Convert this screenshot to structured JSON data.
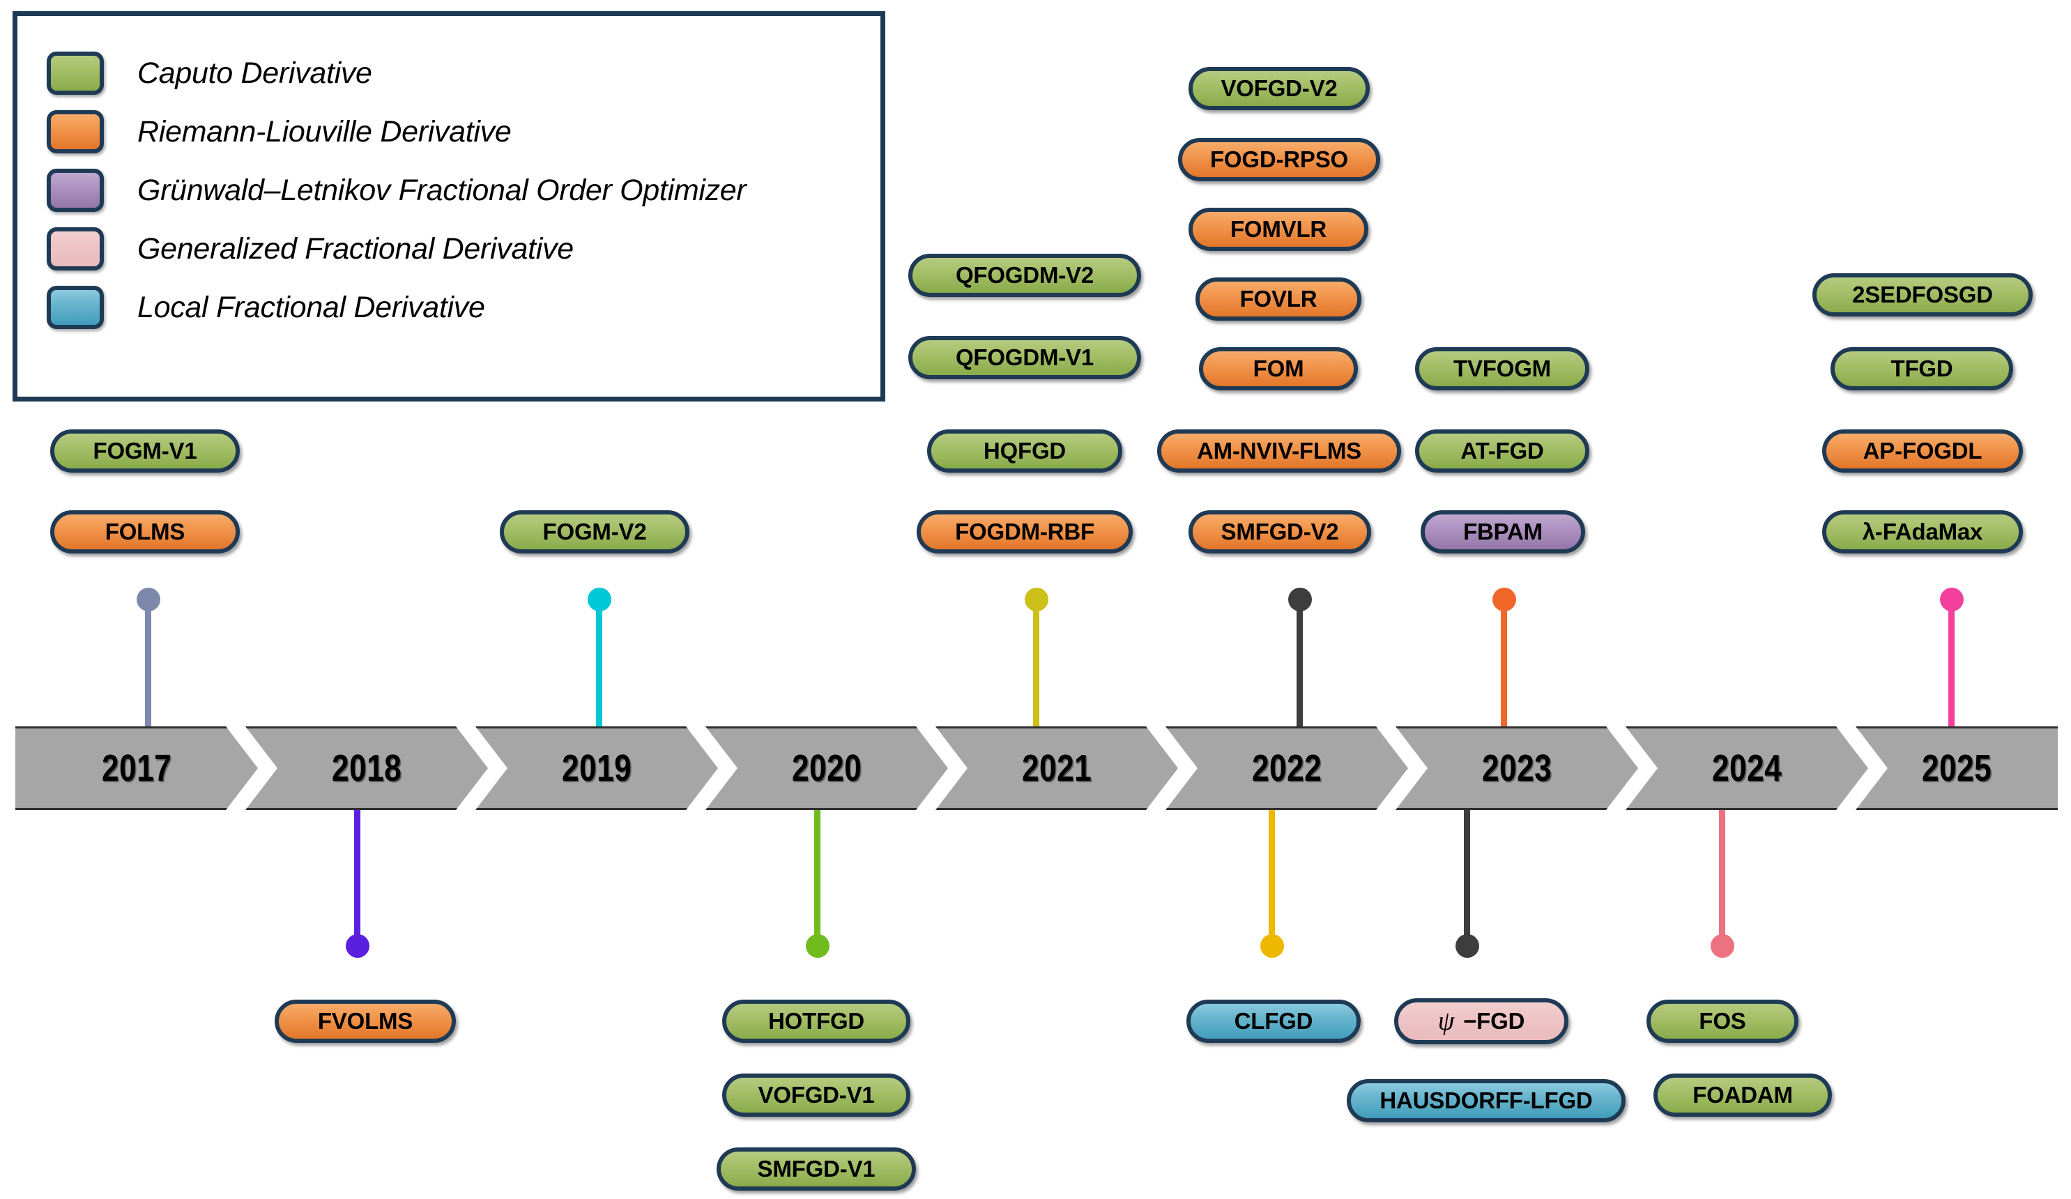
{
  "legend": {
    "items": [
      {
        "label": "Caputo Derivative",
        "key": "caputo",
        "color": "#a6c06a"
      },
      {
        "label": "Riemann-Liouville Derivative",
        "key": "rl",
        "color": "#f2974e"
      },
      {
        "label": "Grünwald–Letnikov Fractional Order Optimizer",
        "key": "gl",
        "color": "#ae92c2"
      },
      {
        "label": "Generalized Fractional Derivative",
        "key": "gen",
        "color": "#eec4c6"
      },
      {
        "label": "Local Fractional Derivative",
        "key": "local",
        "color": "#68b4cd"
      }
    ]
  },
  "timeline": {
    "band_color": "#a6a6a6",
    "years": [
      "2017",
      "2018",
      "2019",
      "2020",
      "2021",
      "2022",
      "2023",
      "2024",
      "2025"
    ]
  },
  "stems": [
    {
      "year": "2017",
      "direction": "up",
      "color": "#7d89ab"
    },
    {
      "year": "2018",
      "direction": "down",
      "color": "#5b1fe0"
    },
    {
      "year": "2019",
      "direction": "up",
      "color": "#00c8d7"
    },
    {
      "year": "2020",
      "direction": "down",
      "color": "#70bc1f"
    },
    {
      "year": "2021",
      "direction": "up",
      "color": "#ccc019"
    },
    {
      "year": "2022",
      "direction": "up",
      "color": "#3d3d3d"
    },
    {
      "year": "2022",
      "direction": "down",
      "color": "#eeb800"
    },
    {
      "year": "2023",
      "direction": "up",
      "color": "#f1672a"
    },
    {
      "year": "2023",
      "direction": "down",
      "color": "#3d3d3d"
    },
    {
      "year": "2024",
      "direction": "down",
      "color": "#ec7181"
    },
    {
      "year": "2025",
      "direction": "up",
      "color": "#f2409c"
    }
  ],
  "chart_data": {
    "type": "timeline",
    "title": "Fractional-order optimizer timeline 2017–2025",
    "categories": [
      "2017",
      "2018",
      "2019",
      "2020",
      "2021",
      "2022",
      "2023",
      "2024",
      "2025"
    ],
    "legend_position": "top-left",
    "groups": [
      {
        "year": "2017",
        "side": "above",
        "items": [
          {
            "label": "FOGM-V1",
            "type": "caputo"
          },
          {
            "label": "FOLMS",
            "type": "rl"
          }
        ]
      },
      {
        "year": "2018",
        "side": "below",
        "items": [
          {
            "label": "FVOLMS",
            "type": "rl"
          }
        ]
      },
      {
        "year": "2019",
        "side": "above",
        "items": [
          {
            "label": "FOGM-V2",
            "type": "caputo"
          }
        ]
      },
      {
        "year": "2020",
        "side": "below",
        "items": [
          {
            "label": "HOTFGD",
            "type": "caputo"
          },
          {
            "label": "VOFGD-V1",
            "type": "caputo"
          },
          {
            "label": "SMFGD-V1",
            "type": "caputo"
          }
        ]
      },
      {
        "year": "2021",
        "side": "above",
        "items": [
          {
            "label": "QFOGDM-V2",
            "type": "caputo"
          },
          {
            "label": "QFOGDM-V1",
            "type": "caputo"
          },
          {
            "label": "HQFGD",
            "type": "caputo"
          },
          {
            "label": "FOGDM-RBF",
            "type": "rl"
          }
        ]
      },
      {
        "year": "2022",
        "side": "above",
        "items": [
          {
            "label": "VOFGD-V2",
            "type": "caputo"
          },
          {
            "label": "FOGD-RPSO",
            "type": "rl"
          },
          {
            "label": "FOMVLR",
            "type": "rl"
          },
          {
            "label": "FOVLR",
            "type": "rl"
          },
          {
            "label": "FOM",
            "type": "rl"
          },
          {
            "label": "AM-NVIV-FLMS",
            "type": "rl"
          },
          {
            "label": "SMFGD-V2",
            "type": "rl"
          }
        ]
      },
      {
        "year": "2022",
        "side": "below",
        "items": [
          {
            "label": "CLFGD",
            "type": "local"
          }
        ]
      },
      {
        "year": "2023",
        "side": "above",
        "items": [
          {
            "label": "TVFOGM",
            "type": "caputo"
          },
          {
            "label": "AT-FGD",
            "type": "caputo"
          },
          {
            "label": "FBPAM",
            "type": "gl"
          }
        ]
      },
      {
        "year": "2023",
        "side": "below",
        "items": [
          {
            "label": "ψ −FGD",
            "type": "gen",
            "math": true
          },
          {
            "label": "HAUSDORFF-LFGD",
            "type": "local"
          }
        ]
      },
      {
        "year": "2024",
        "side": "below",
        "items": [
          {
            "label": "FOS",
            "type": "caputo"
          },
          {
            "label": "FOADAM",
            "type": "caputo"
          }
        ]
      },
      {
        "year": "2025",
        "side": "above",
        "items": [
          {
            "label": "2SEDFOSGD",
            "type": "caputo"
          },
          {
            "label": "TFGD",
            "type": "caputo"
          },
          {
            "label": "AP-FOGDL",
            "type": "rl"
          },
          {
            "label": "λ-FAdaMax",
            "type": "caputo"
          }
        ]
      }
    ]
  }
}
